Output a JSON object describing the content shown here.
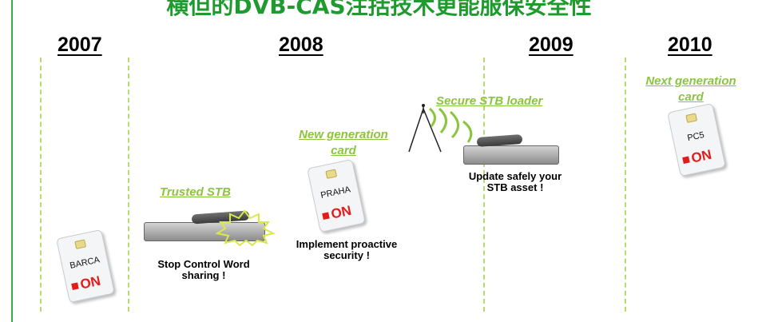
{
  "title": "横但的DVB-CAS注括技术更能服保安全性",
  "years": [
    "2007",
    "2008",
    "2009",
    "2010"
  ],
  "colors": {
    "title_green": "#1f9a2e",
    "label_green": "#8bc53f",
    "on_red": "#e21b1b",
    "divider": "#b6dc6e"
  },
  "cards": [
    {
      "name": "BARCA",
      "on_label": "ON"
    },
    {
      "name": "PRAHA",
      "on_label": "ON"
    },
    {
      "name": "PC5",
      "on_label": "ON"
    }
  ],
  "labels": {
    "trusted_stb": "Trusted STB",
    "new_generation_card_l1": "New generation",
    "new_generation_card_l2": "card",
    "secure_stb_loader": "Secure STB loader",
    "next_generation_card_l1": "Next generation",
    "next_generation_card_l2": "card"
  },
  "captions": {
    "stop_cw_l1": "Stop Control Word",
    "stop_cw_l2": "sharing !",
    "implement_l1": "Implement proactive",
    "implement_l2": "security !",
    "update_l1": "Update safely your",
    "update_l2": "STB asset !"
  }
}
